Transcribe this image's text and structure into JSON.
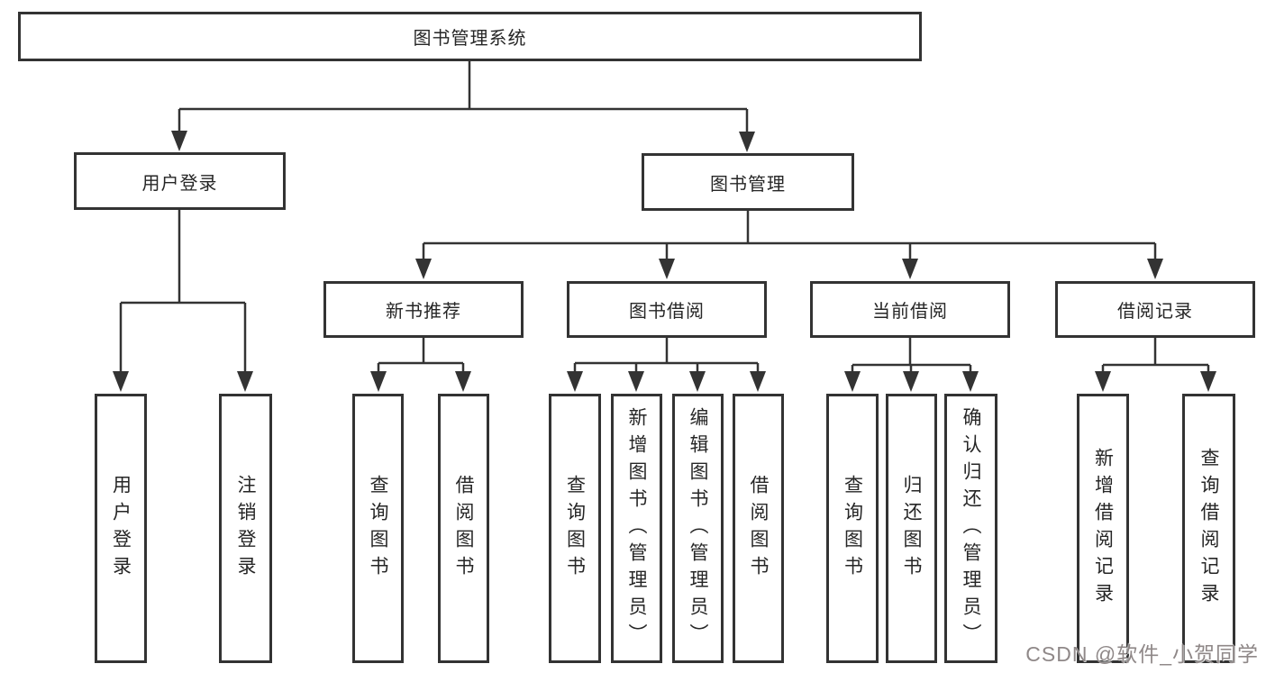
{
  "diagram": {
    "tree": {
      "label": "图书管理系统",
      "children": [
        {
          "label": "用户登录",
          "children": [
            {
              "label": "用户登录"
            },
            {
              "label": "注销登录"
            }
          ]
        },
        {
          "label": "图书管理",
          "children": [
            {
              "label": "新书推荐",
              "children": [
                {
                  "label": "查询图书"
                },
                {
                  "label": "借阅图书"
                }
              ]
            },
            {
              "label": "图书借阅",
              "children": [
                {
                  "label": "查询图书"
                },
                {
                  "label": "新增图书（管理员）"
                },
                {
                  "label": "编辑图书（管理员）"
                },
                {
                  "label": "借阅图书"
                }
              ]
            },
            {
              "label": "当前借阅",
              "children": [
                {
                  "label": "查询图书"
                },
                {
                  "label": "归还图书"
                },
                {
                  "label": "确认归还（管理员）"
                }
              ]
            },
            {
              "label": "借阅记录",
              "children": [
                {
                  "label": "新增借阅记录"
                },
                {
                  "label": "查询借阅记录"
                }
              ]
            }
          ]
        }
      ]
    },
    "watermark": "CSDN @软件_小贺同学",
    "colors": {
      "line": "#333333",
      "box_border": "#333333",
      "text": "#262626",
      "background": "#ffffff",
      "watermark": "#8f8888"
    }
  }
}
